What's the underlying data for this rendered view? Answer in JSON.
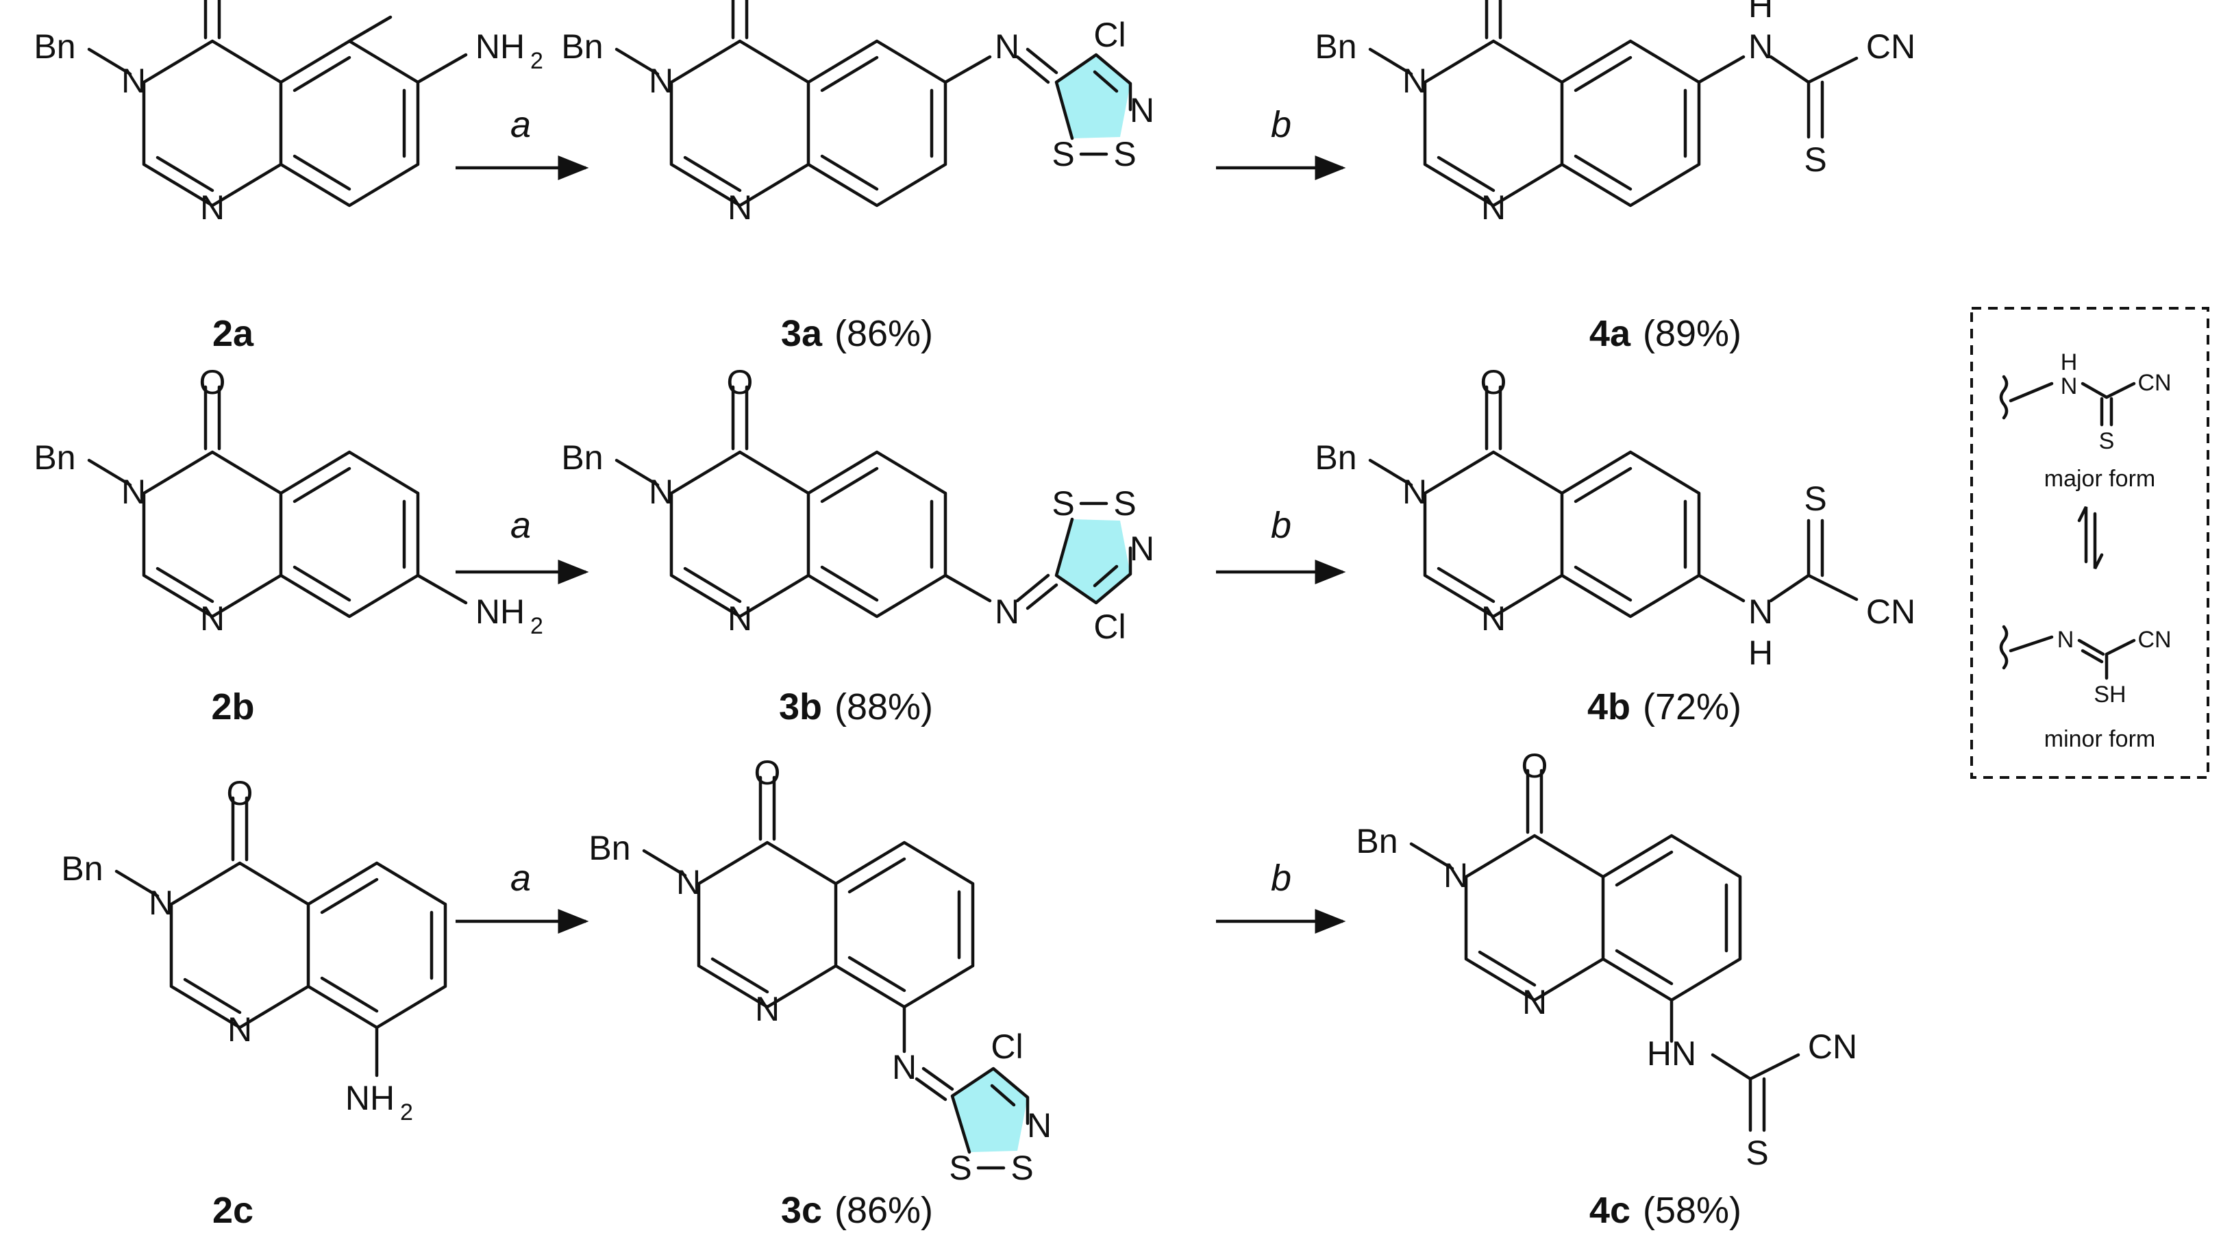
{
  "atoms": {
    "bn": "Bn",
    "n": "N",
    "o": "O",
    "s": "S",
    "h": "H",
    "cl": "Cl",
    "cn": "CN",
    "hn": "HN",
    "sh": "SH",
    "nh": "NH",
    "two": "2"
  },
  "conditions": {
    "a": "a",
    "b": "b"
  },
  "compounds": [
    {
      "id": "2a",
      "yield": ""
    },
    {
      "id": "3a",
      "yield": "(86%)"
    },
    {
      "id": "4a",
      "yield": "(89%)"
    },
    {
      "id": "2b",
      "yield": ""
    },
    {
      "id": "3b",
      "yield": "(88%)"
    },
    {
      "id": "4b",
      "yield": "(72%)"
    },
    {
      "id": "2c",
      "yield": ""
    },
    {
      "id": "3c",
      "yield": "(86%)"
    },
    {
      "id": "4c",
      "yield": "(58%)"
    }
  ],
  "tautomer_box": {
    "major_label": "major form",
    "minor_label": "minor form"
  },
  "colors": {
    "dithiazole_fill": "#a8f0f4",
    "ink": "#111111"
  }
}
